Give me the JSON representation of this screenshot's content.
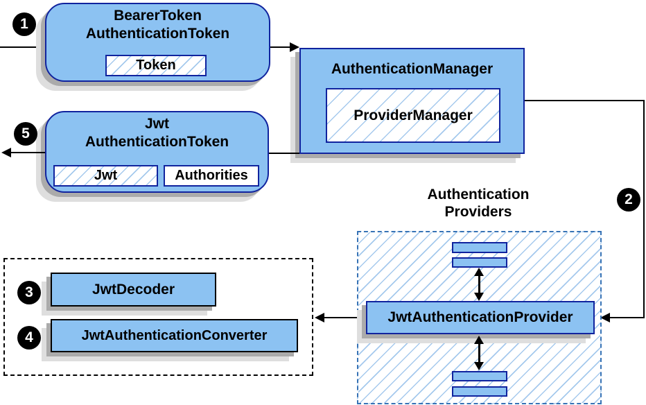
{
  "badges": {
    "b1": "1",
    "b2": "2",
    "b3": "3",
    "b4": "4",
    "b5": "5"
  },
  "nodes": {
    "bearer_token": {
      "line1": "BearerToken",
      "line2": "AuthenticationToken",
      "chip": "Token"
    },
    "authentication_manager": {
      "title": "AuthenticationManager",
      "chip": "ProviderManager"
    },
    "jwt_token": {
      "line1": "Jwt",
      "line2": "AuthenticationToken",
      "chip1": "Jwt",
      "chip2": "Authorities"
    },
    "providers": {
      "heading_line1": "Authentication",
      "heading_line2": "Providers",
      "provider": "JwtAuthenticationProvider"
    },
    "converters": {
      "decoder": "JwtDecoder",
      "converter": "JwtAuthenticationConverter"
    }
  },
  "colors": {
    "node_fill": "#8CC2F2",
    "node_border": "#10239E",
    "hatch_line": "#A5C9ED",
    "providers_dash_border": "#3672B5",
    "black_dash_border": "#000000",
    "connector": "#000000",
    "shadow_dark": "#ABABAB",
    "shadow_light": "#DEDEDE",
    "badge_bg": "#000000",
    "badge_text": "#FFFFFF"
  }
}
